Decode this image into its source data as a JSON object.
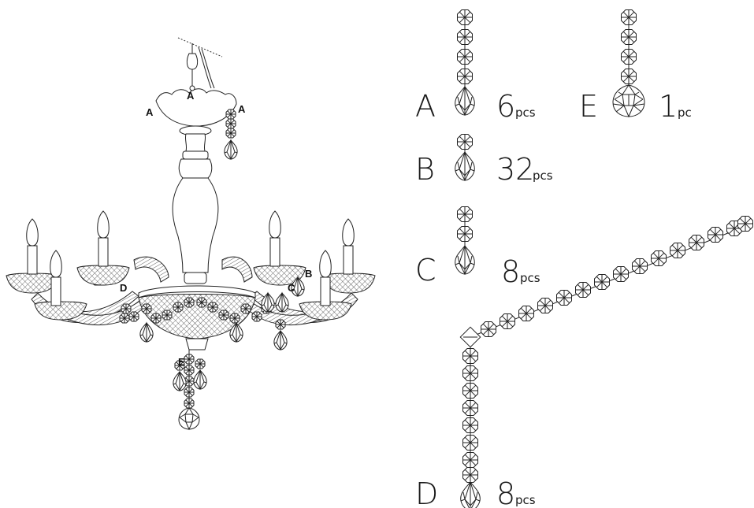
{
  "diagram_labels": {
    "chandelier_A_top": "A",
    "chandelier_A_left": "A",
    "chandelier_A_right": "A",
    "chandelier_B": "B",
    "chandelier_C": "C",
    "chandelier_D": "D",
    "chandelier_E": "E"
  },
  "parts": [
    {
      "letter": "A",
      "count": "6",
      "unit": "pcs"
    },
    {
      "letter": "B",
      "count": "32",
      "unit": "pcs"
    },
    {
      "letter": "C",
      "count": "8",
      "unit": "pcs"
    },
    {
      "letter": "D",
      "count": "8",
      "unit": "pcs"
    },
    {
      "letter": "E",
      "count": "1",
      "unit": "pc"
    }
  ],
  "icons": [
    "chandelier-drawing",
    "octagon-bead-icon",
    "pendant-drop-icon",
    "round-ball-icon"
  ]
}
